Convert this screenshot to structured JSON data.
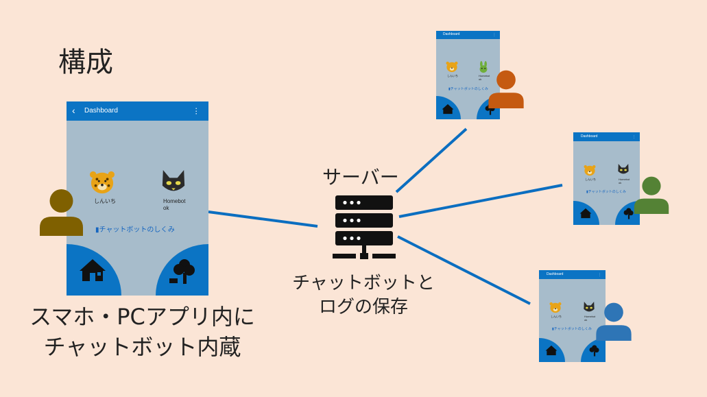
{
  "title": "構成",
  "server": {
    "label": "サーバー",
    "caption_line1": "チャットボットと",
    "caption_line2": "ログの保存"
  },
  "left_caption": {
    "line1": "スマホ・PCアプリ内に",
    "line2": "チャットボット内蔵"
  },
  "app": {
    "header_title": "Dashboard",
    "back": "‹",
    "menu": "⋮",
    "bot1_name": "しんいち",
    "bot2_name": "Homebot",
    "bot2_status": "ok",
    "link": "チャットボットのしくみ",
    "link_icon": "book-icon"
  },
  "colors": {
    "background": "#fbe5d6",
    "app_blue": "#0b74c4",
    "user_left": "#7f6000",
    "user_top": "#c55a11",
    "user_mid": "#548235",
    "user_bottom": "#2e75b6",
    "connector": "#0b6ec0"
  }
}
